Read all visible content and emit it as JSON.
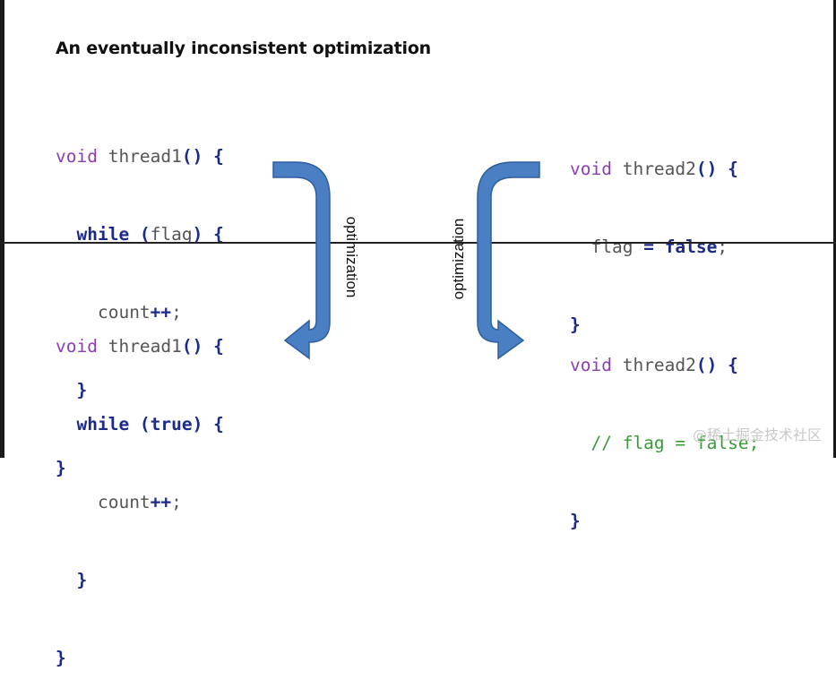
{
  "title": "An eventually inconsistent optimization",
  "code_top_left": {
    "l1": {
      "void": "void",
      "rest": " thread1",
      "paren": "()",
      "brace": " {"
    },
    "l2": {
      "indent": "  ",
      "kw": "while",
      "sp": " (",
      "cond": "flag",
      "close": ")",
      "brace": " {"
    },
    "l3": {
      "indent": "    ",
      "ident": "count",
      "op": "++",
      "semi": ";"
    },
    "l4": {
      "indent": "  ",
      "brace": "}"
    },
    "l5": {
      "brace": "}"
    }
  },
  "code_top_right": {
    "l1": {
      "void": "void",
      "rest": " thread2",
      "paren": "()",
      "brace": " {"
    },
    "l2": {
      "indent": "  ",
      "ident": "flag",
      "op": " =",
      "sp": " ",
      "kw": "false",
      "semi": ";"
    },
    "l3": {
      "brace": "}"
    }
  },
  "code_bottom_left": {
    "l1": {
      "void": "void",
      "rest": " thread1",
      "paren": "()",
      "brace": " {"
    },
    "l2": {
      "indent": "  ",
      "kw": "while",
      "sp": " (",
      "cond": "true",
      "close": ")",
      "brace": " {"
    },
    "l3": {
      "indent": "    ",
      "ident": "count",
      "op": "++",
      "semi": ";"
    },
    "l4": {
      "indent": "  ",
      "brace": "}"
    },
    "l5": {
      "brace": "}"
    }
  },
  "code_bottom_right": {
    "l1": {
      "void": "void",
      "rest": " thread2",
      "paren": "()",
      "brace": " {"
    },
    "l2": {
      "indent": "  ",
      "comment": "// flag = false;"
    },
    "l3": {
      "brace": "}"
    }
  },
  "arrows": {
    "left_label": "optimization",
    "right_label": "optimization",
    "color": "#4a7fc4",
    "outline": "#2f5f9e"
  },
  "watermark": "@稀土掘金技术社区"
}
